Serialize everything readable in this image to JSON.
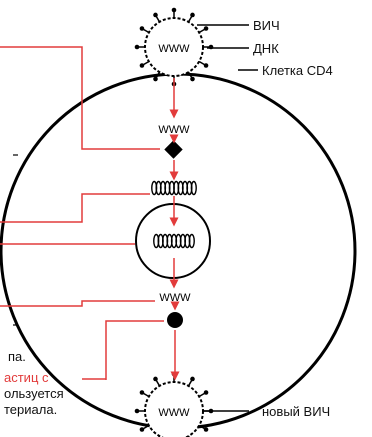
{
  "labels": {
    "hiv": "ВИЧ",
    "dna": "ДНК",
    "cd4_cell": "Клетка CD4",
    "new_hiv": "новый ВИЧ",
    "stage_glyph": "WWW"
  },
  "clipped_text": {
    "fragment_period": "па.",
    "particles": "астиц с",
    "used": "ользуется",
    "material": "териала."
  },
  "colors": {
    "arrow": "#e23b3b",
    "stroke": "#000000",
    "text": "#111111"
  }
}
